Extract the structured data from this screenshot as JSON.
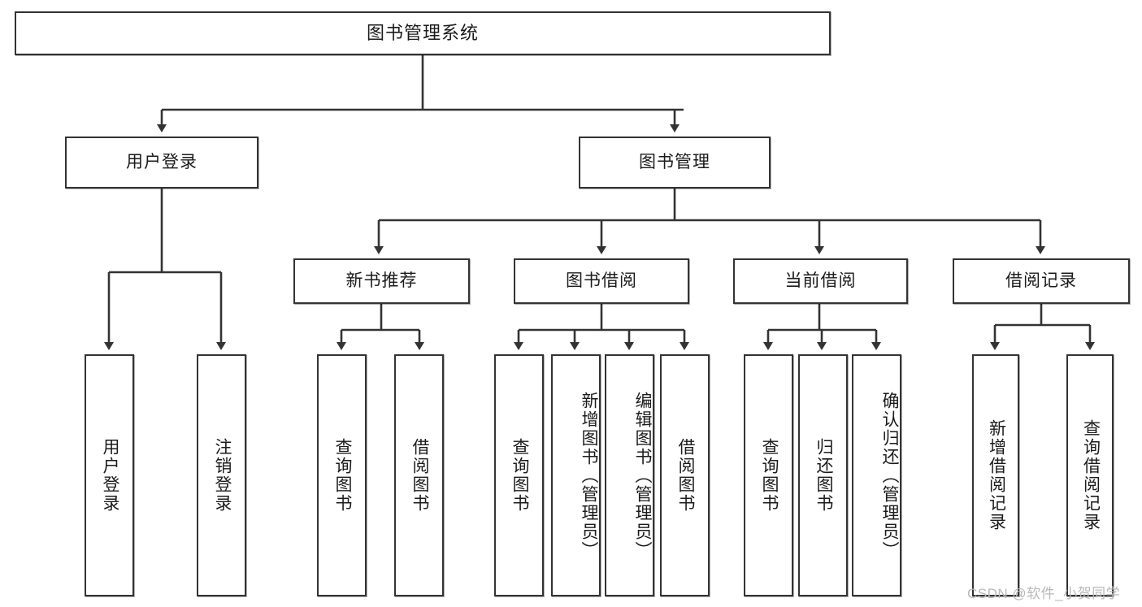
{
  "diagram": {
    "title": "图书管理系统",
    "type": "tree-hierarchy",
    "levels": 4,
    "colors": {
      "node_border": "#333333",
      "node_fill": "#ffffff",
      "edge": "#333333",
      "text": "#1b1b1b",
      "watermark": "#b9b9b9"
    }
  },
  "root": {
    "label": "图书管理系统"
  },
  "level2": [
    {
      "id": "user-login",
      "label": "用户登录"
    },
    {
      "id": "book-management",
      "label": "图书管理"
    }
  ],
  "level3": [
    {
      "id": "new-book-recommend",
      "label": "新书推荐",
      "parent": "book-management"
    },
    {
      "id": "book-borrow",
      "label": "图书借阅",
      "parent": "book-management"
    },
    {
      "id": "current-borrow",
      "label": "当前借阅",
      "parent": "book-management"
    },
    {
      "id": "borrow-record",
      "label": "借阅记录",
      "parent": "book-management"
    }
  ],
  "leaves": {
    "user_login": [
      {
        "id": "leaf-user-login",
        "label": "用户登录"
      },
      {
        "id": "leaf-logout",
        "label": "注销登录"
      }
    ],
    "new_book_recommend": [
      {
        "id": "leaf-query-book-1",
        "label": "查询图书"
      },
      {
        "id": "leaf-borrow-book-1",
        "label": "借阅图书"
      }
    ],
    "book_borrow": [
      {
        "id": "leaf-query-book-2",
        "label": "查询图书"
      },
      {
        "id": "leaf-add-book",
        "label": "新增图书（管理员）"
      },
      {
        "id": "leaf-edit-book",
        "label": "编辑图书（管理员）"
      },
      {
        "id": "leaf-borrow-book-2",
        "label": "借阅图书"
      }
    ],
    "current_borrow": [
      {
        "id": "leaf-query-book-3",
        "label": "查询图书"
      },
      {
        "id": "leaf-return-book",
        "label": "归还图书"
      },
      {
        "id": "leaf-confirm-return",
        "label": "确认归还（管理员）"
      }
    ],
    "borrow_record": [
      {
        "id": "leaf-add-record",
        "label": "新增借阅记录"
      },
      {
        "id": "leaf-query-record",
        "label": "查询借阅记录"
      }
    ]
  },
  "watermark": {
    "text": "CSDN @软件_小贺同学"
  }
}
